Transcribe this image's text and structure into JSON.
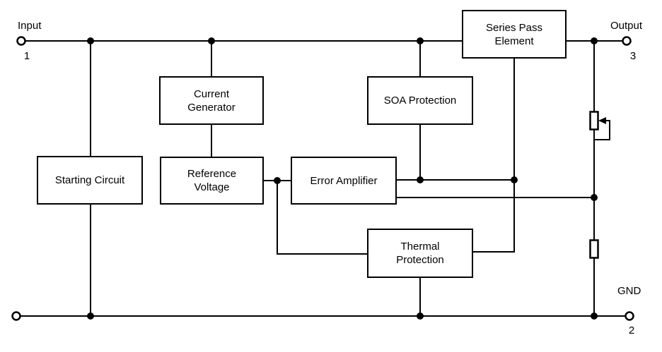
{
  "colors": {
    "line": "#000000",
    "text": "#000000",
    "background": "#ffffff",
    "block_fill": "#ffffff"
  },
  "diagram": {
    "blocks": [
      {
        "id": "series-pass-element",
        "label": "Series Pass\nElement"
      },
      {
        "id": "current-generator",
        "label": "Current\nGenerator"
      },
      {
        "id": "soa-protection",
        "label": "SOA Protection"
      },
      {
        "id": "starting-circuit",
        "label": "Starting Circuit"
      },
      {
        "id": "reference-voltage",
        "label": "Reference\nVoltage"
      },
      {
        "id": "error-amplifier",
        "label": "Error Amplifier"
      },
      {
        "id": "thermal-protection",
        "label": "Thermal\nProtection"
      }
    ],
    "terminals": [
      {
        "id": "input",
        "label": "Input",
        "pin": "1"
      },
      {
        "id": "output",
        "label": "Output",
        "pin": "3"
      },
      {
        "id": "ground",
        "label": "GND",
        "pin": "2"
      }
    ],
    "symbols": [
      "adjustable-resistor-icon",
      "resistor-icon",
      "terminal-circle-icon",
      "junction-dot-icon"
    ]
  }
}
